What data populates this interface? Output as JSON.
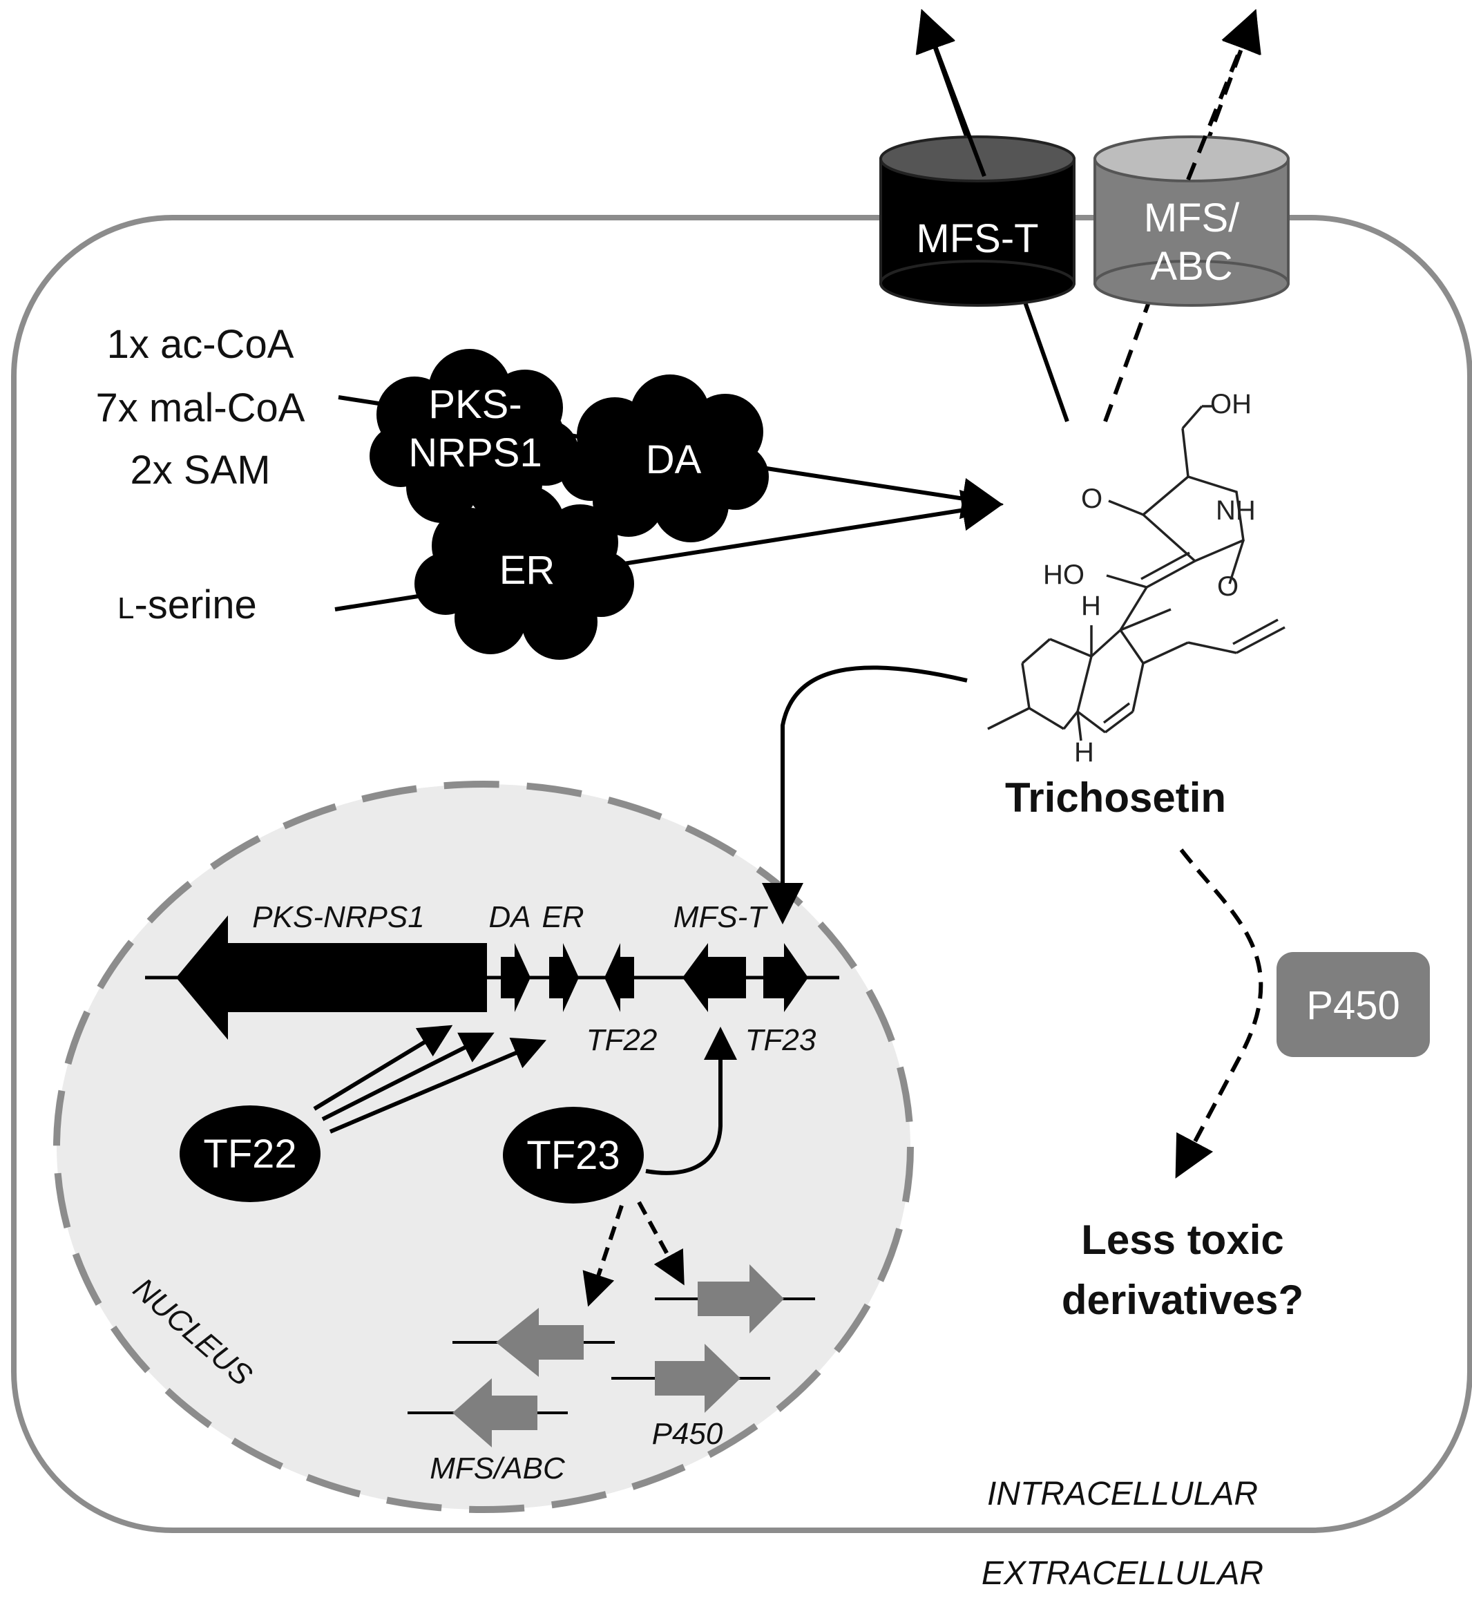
{
  "transporters": {
    "mfs_t": "MFS-T",
    "mfs_abc_line1": "MFS/",
    "mfs_abc_line2": "ABC"
  },
  "substrates": {
    "acetyl": "1x ac-CoA",
    "malonyl": "7x mal-CoA",
    "sam": "2x SAM",
    "serine_prefix": "L",
    "serine": "-serine"
  },
  "enzymes": {
    "pks_line1": "PKS-",
    "pks_line2": "NRPS1",
    "da": "DA",
    "er": "ER",
    "p450": "P450"
  },
  "product": {
    "name": "Trichosetin",
    "atoms": {
      "oh_top": "OH",
      "o_left": "O",
      "nh": "NH",
      "o_right": "O",
      "ho": "HO",
      "h_top": "H",
      "h_bottom": "H"
    }
  },
  "derivatives": {
    "line1": "Less toxic",
    "line2": "derivatives?"
  },
  "nucleus": {
    "label": "NUCLEUS",
    "gene_labels": {
      "pks_nrps1": "PKS-NRPS1",
      "da": "DA",
      "er": "ER",
      "mfs_t": "MFS-T",
      "tf22": "TF22",
      "tf23": "TF23",
      "mfs_abc": "MFS/ABC",
      "p450": "P450"
    },
    "tf22": "TF22",
    "tf23": "TF23"
  },
  "regions": {
    "intracellular": "INTRACELLULAR",
    "extracellular": "EXTRACELLULAR"
  },
  "colors": {
    "black": "#000000",
    "dark_gray": "#555555",
    "gray": "#7f7f7f",
    "light_gray": "#ebebeb",
    "membrane": "#8c8c8c"
  }
}
